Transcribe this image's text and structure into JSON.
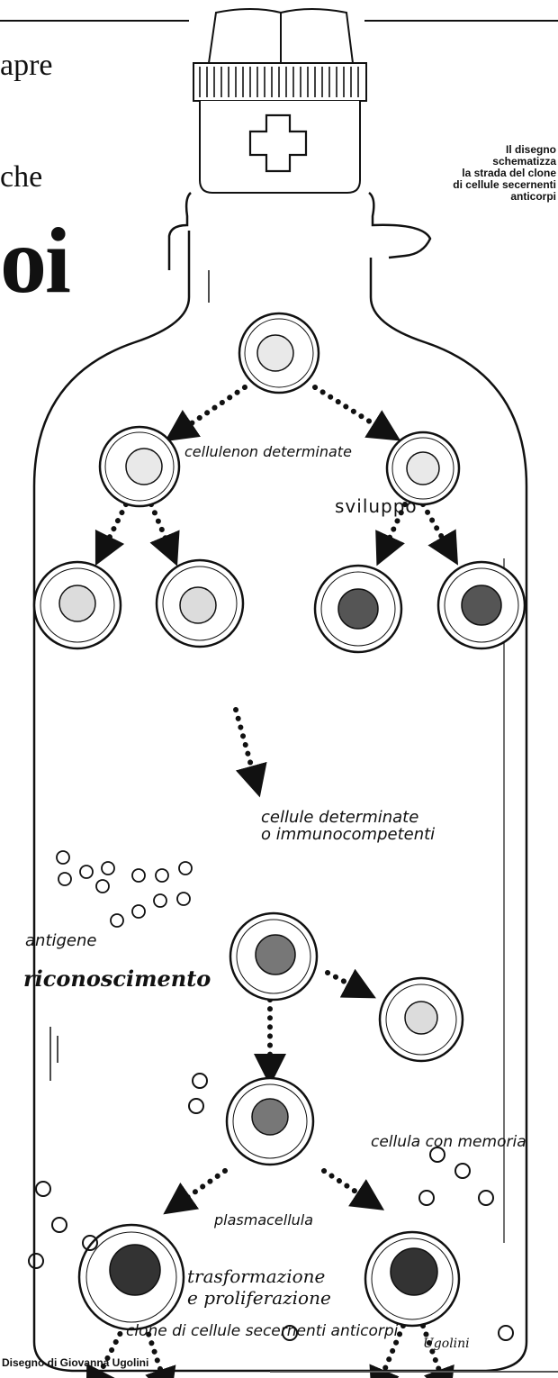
{
  "headline_fragments": [
    "apre",
    "che",
    "oi"
  ],
  "caption": {
    "lines": [
      "Il disegno",
      "schematizza",
      "la strada del clone",
      "di cellule secernenti",
      "anticorpi"
    ]
  },
  "diagram": {
    "labels": {
      "undetermined_cells": "cellulenon determinate",
      "development": "sviluppo",
      "determined_cells_line1": "cellule determinate",
      "determined_cells_line2": "o immunocompetenti",
      "antigen": "antigene",
      "recognition": "riconoscimento",
      "memory_cell": "cellula con memoria",
      "plasma_cell": "plasmacellula",
      "transformation_line1": "trasformazione",
      "transformation_line2": "e proliferazione",
      "clone": "clone di cellule secernenti anticorpi"
    },
    "signature": "Ugolini"
  },
  "credit": "Disegno di Giovanna Ugolini"
}
